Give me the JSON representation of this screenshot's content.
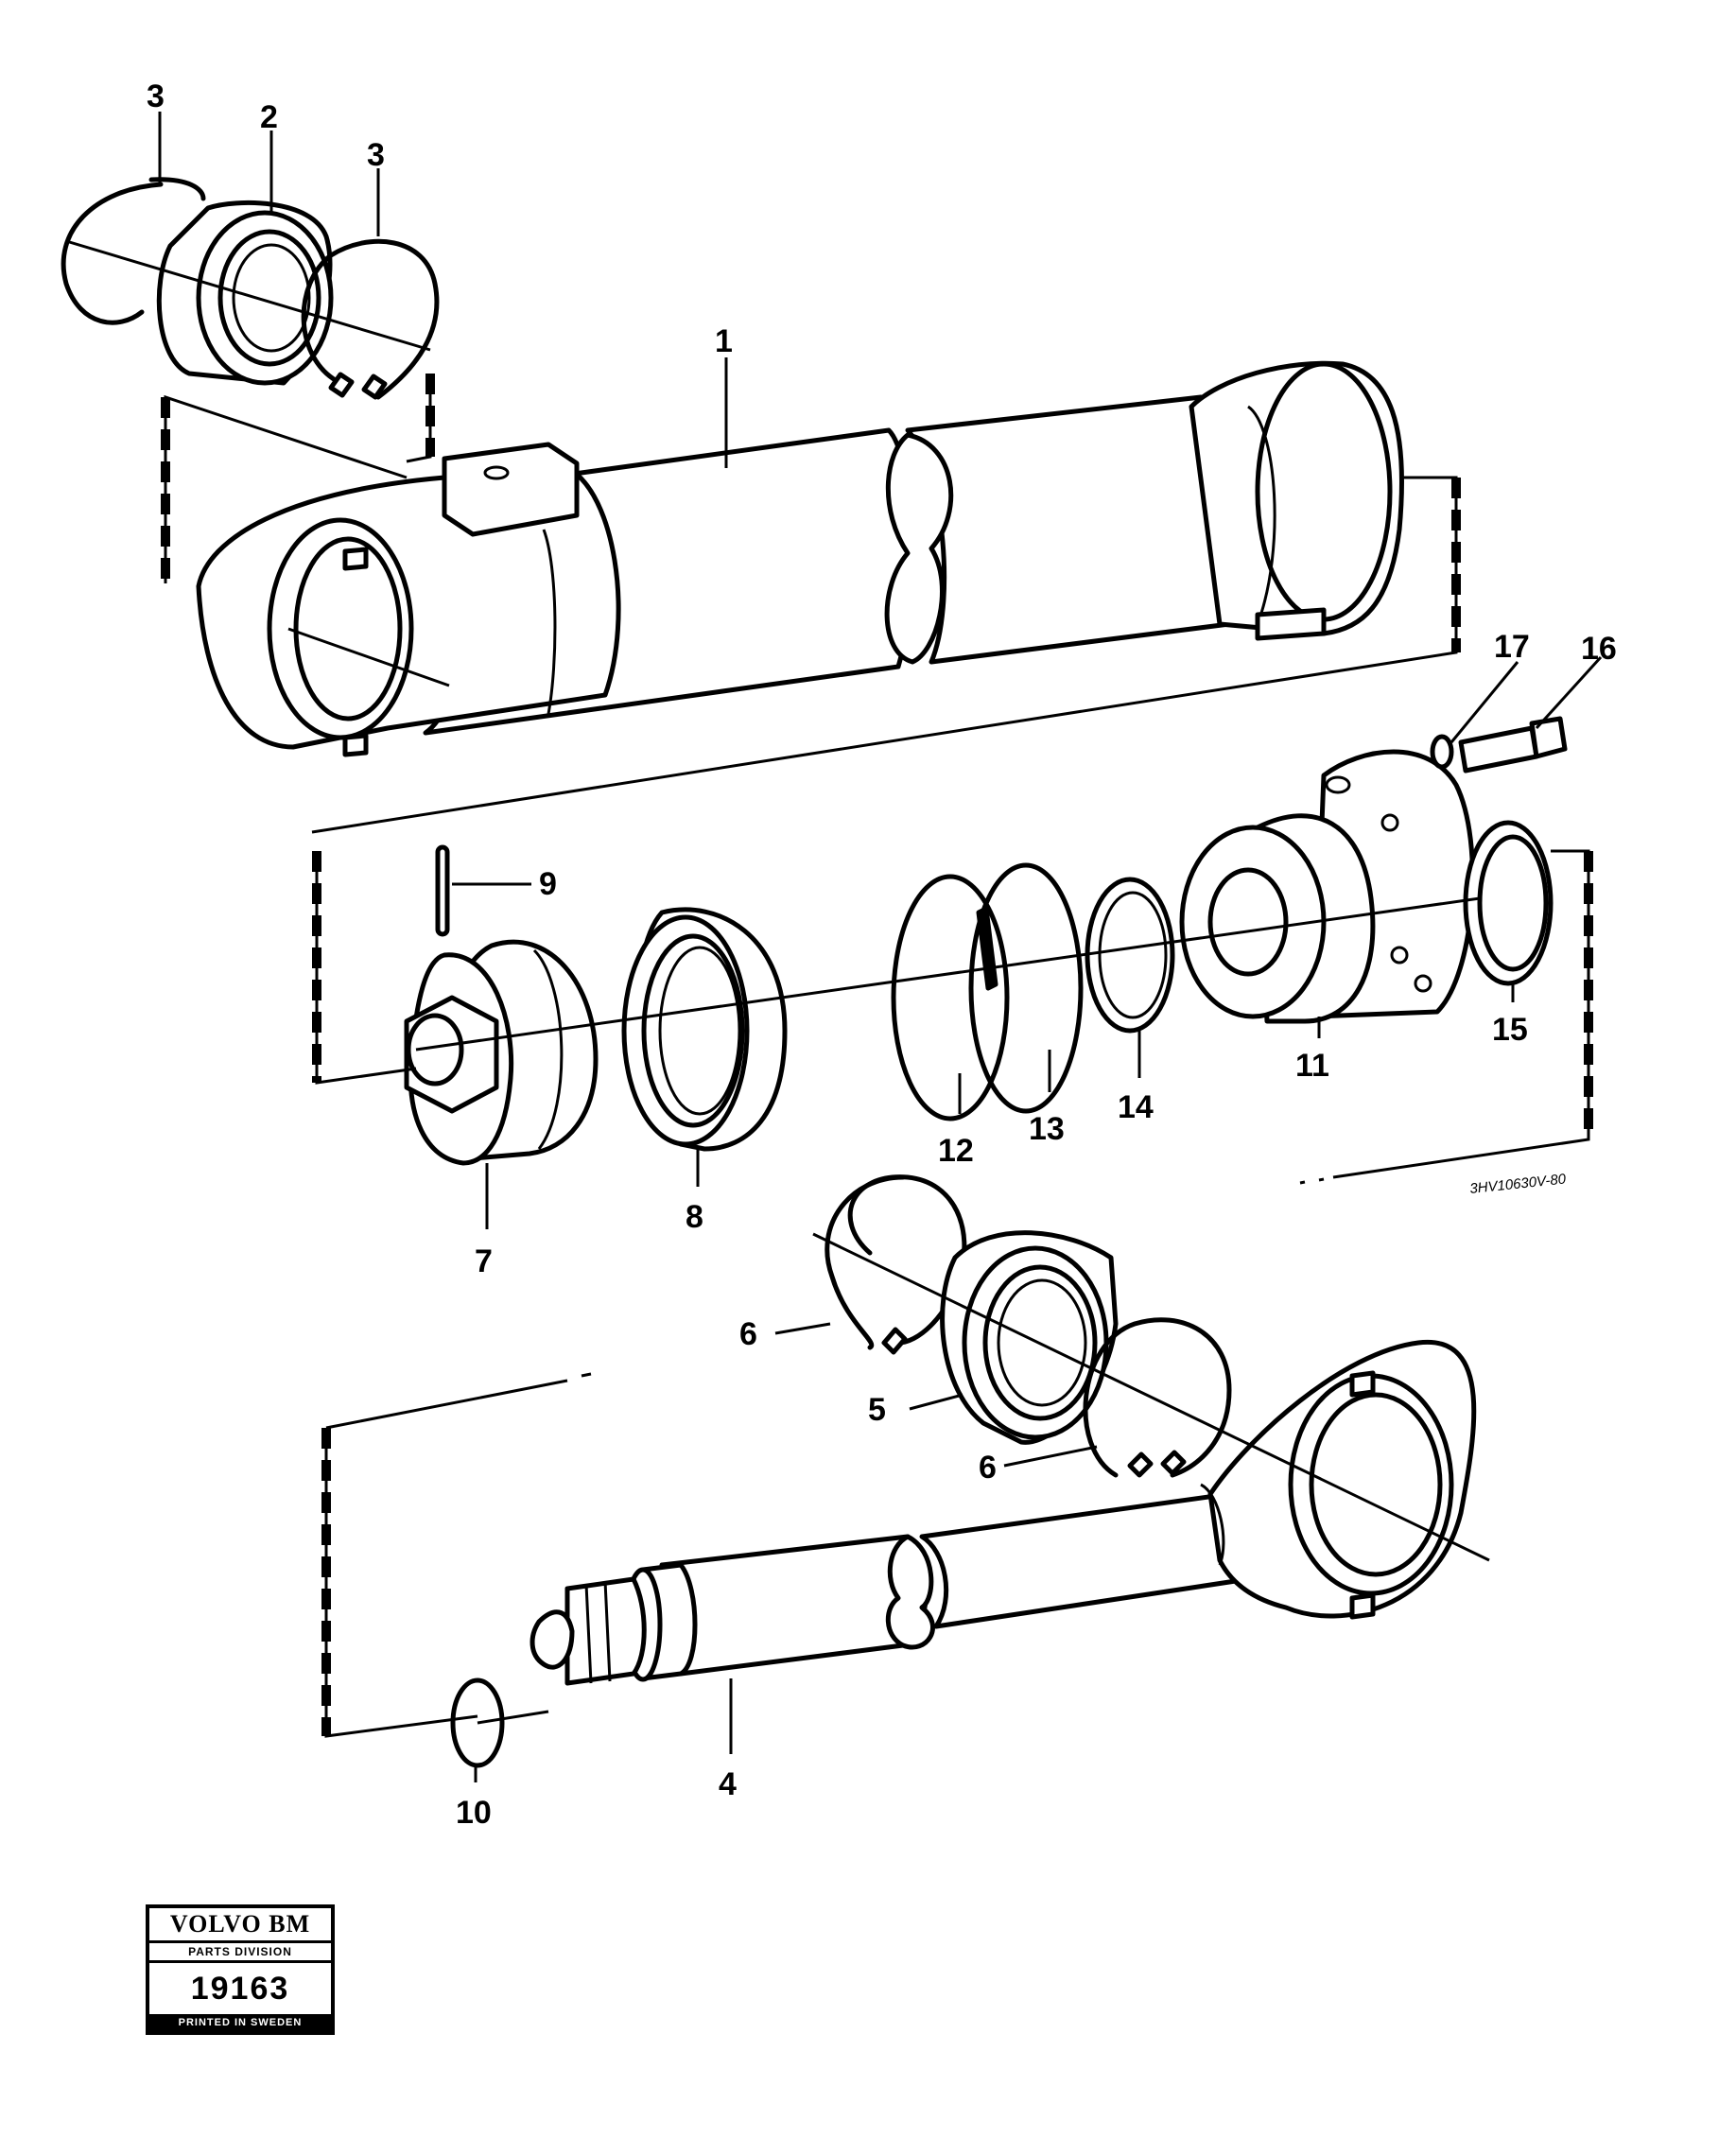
{
  "callouts": {
    "c1": "1",
    "c2": "2",
    "c3a": "3",
    "c3b": "3",
    "c4": "4",
    "c5": "5",
    "c6a": "6",
    "c6b": "6",
    "c7": "7",
    "c8": "8",
    "c9": "9",
    "c10": "10",
    "c11": "11",
    "c12": "12",
    "c13": "13",
    "c14": "14",
    "c15": "15",
    "c16": "16",
    "c17": "17"
  },
  "drawing_code": "3HV10630V-80",
  "stamp": {
    "brand": "VOLVO BM",
    "division": "PARTS DIVISION",
    "number": "19163",
    "footer": "PRINTED IN SWEDEN"
  }
}
